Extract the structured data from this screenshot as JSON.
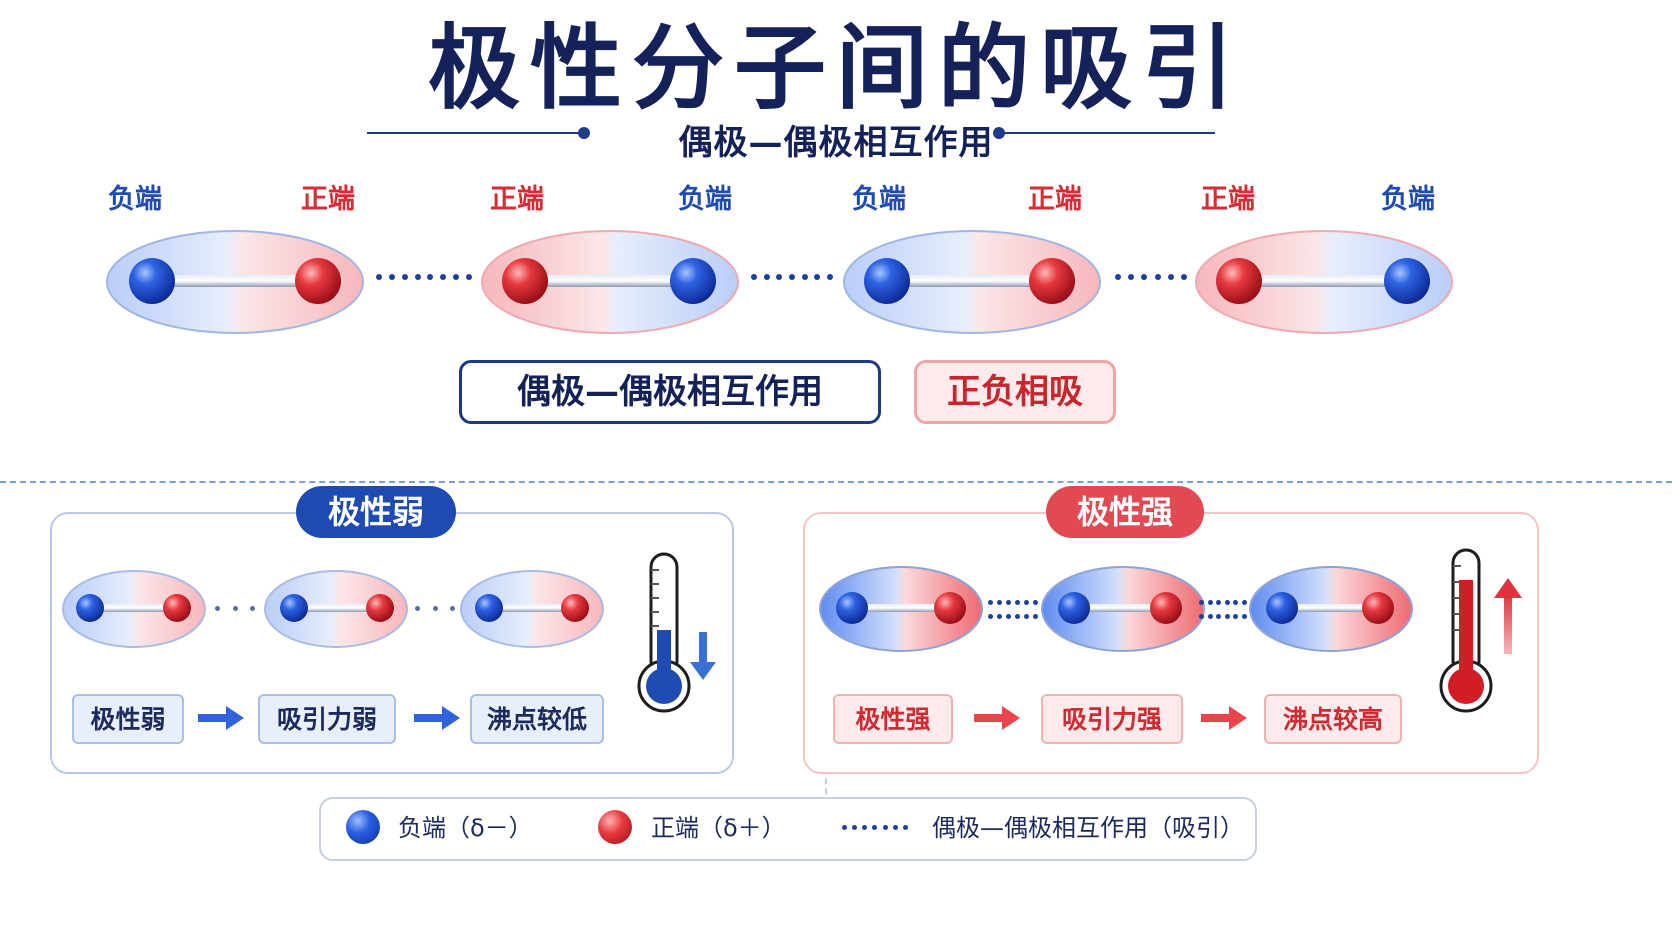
{
  "header": {
    "title": "极性分子间的吸引",
    "subtitle": "偶极—偶极相互作用"
  },
  "top_row": {
    "end_labels": [
      "负端",
      "正端",
      "正端",
      "负端",
      "负端",
      "正端",
      "正端",
      "负端"
    ],
    "interaction_box": "偶极—偶极相互作用",
    "attraction_box": "正负相吸"
  },
  "weak_panel": {
    "title": "极性弱",
    "steps": [
      "极性弱",
      "吸引力弱",
      "沸点较低"
    ],
    "thermometer_level": 0.35,
    "arrow_direction": "down"
  },
  "strong_panel": {
    "title": "极性强",
    "steps": [
      "极性强",
      "吸引力强",
      "沸点较高"
    ],
    "thermometer_level": 0.85,
    "arrow_direction": "up"
  },
  "legend": {
    "negative_label": "负端（δ－）",
    "positive_label": "正端（δ＋）",
    "interaction_label": "偶极—偶极相互作用（吸引）"
  },
  "colors": {
    "negative": "#1f4bb3",
    "positive": "#d92b34",
    "navy": "#15225a"
  },
  "icons": [
    "thermometer-icon",
    "arrow-down-icon",
    "arrow-up-icon",
    "arrow-right-icon"
  ]
}
